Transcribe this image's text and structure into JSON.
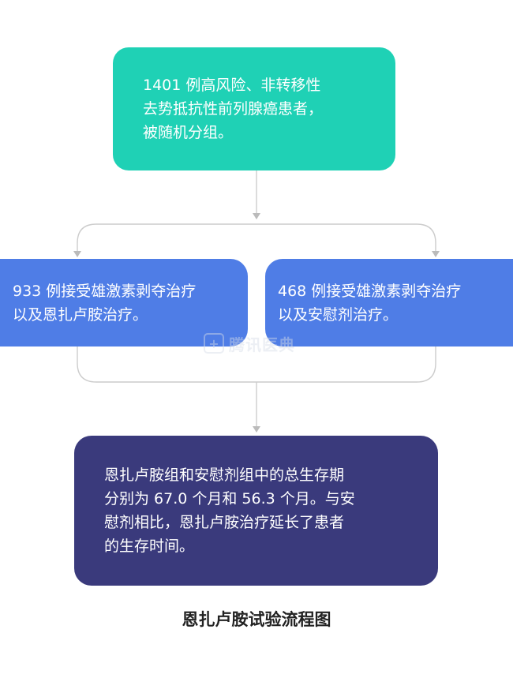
{
  "flow": {
    "top_text": "1401 例高风险、非转移性\n去势抵抗性前列腺癌患者，\n被随机分组。",
    "left_text": "933 例接受雄激素剥夺治疗\n以及恩扎卢胺治疗。",
    "right_text": "468 例接受雄激素剥夺治疗\n以及安慰剂治疗。",
    "bottom_text": "恩扎卢胺组和安慰剂组中的总生存期\n分别为 67.0 个月和 56.3 个月。与安\n慰剂相比，恩扎卢胺治疗延长了患者\n的生存时间。"
  },
  "caption": "恩扎卢胺试验流程图",
  "watermark": {
    "icon": "plus-icon",
    "text": "腾讯医典"
  },
  "colors": {
    "top_box": "#1fd1b5",
    "branch_box": "#4f7de6",
    "result_box": "#3a3a7c",
    "connector": "#cccccc"
  }
}
